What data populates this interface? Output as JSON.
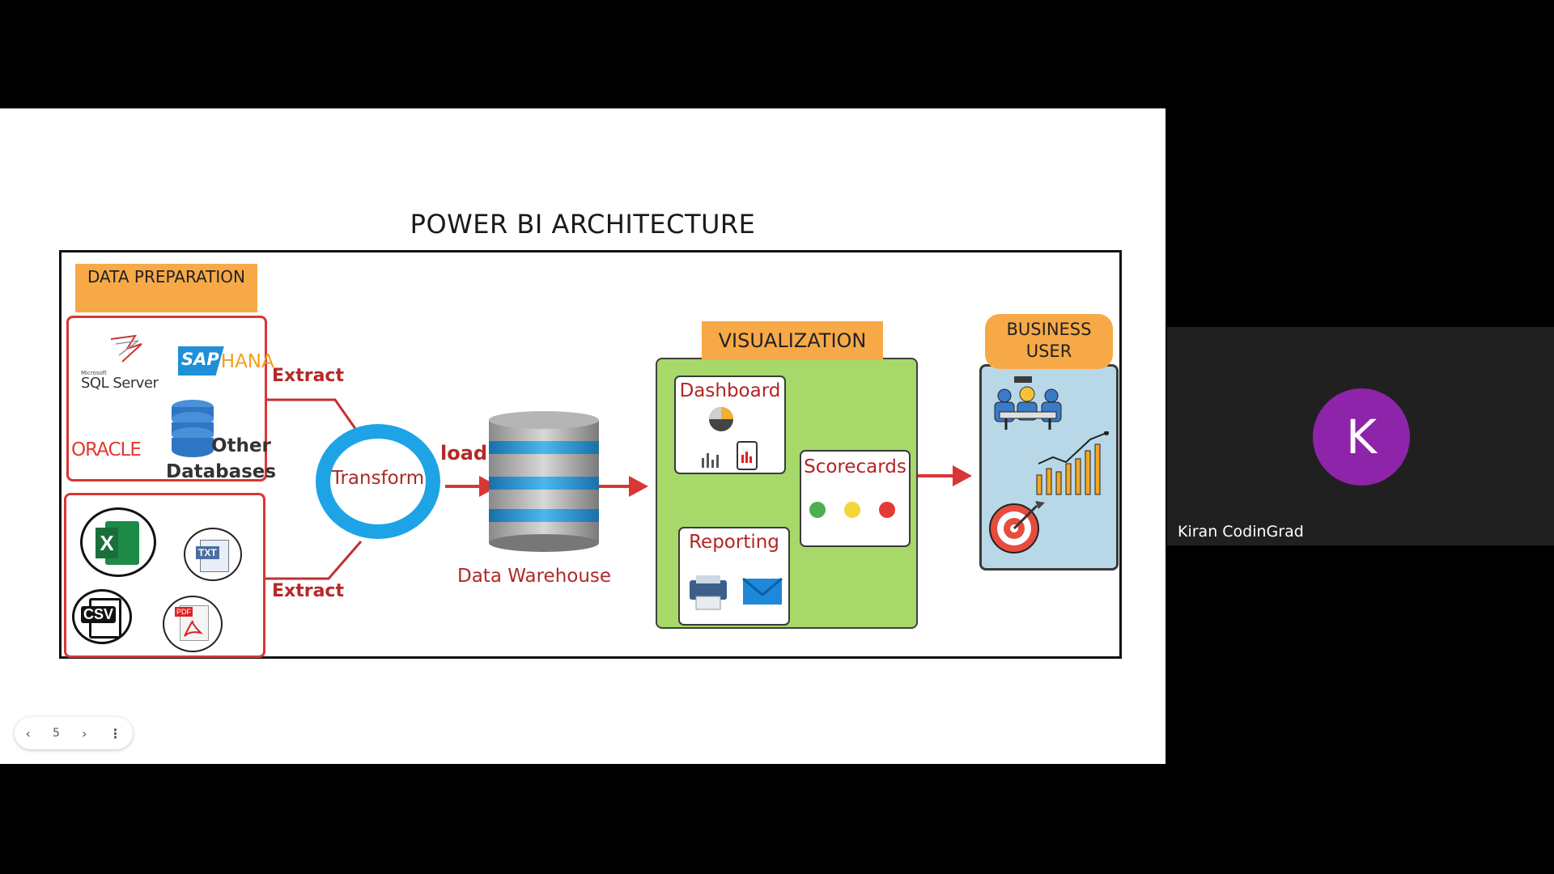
{
  "slide": {
    "title": "POWER BI ARCHITECTURE",
    "page_number": "5",
    "nav": {
      "prev_icon": "chevron-left",
      "next_icon": "chevron-right",
      "more_icon": "more-vertical"
    }
  },
  "diagram": {
    "data_preparation": "DATA PREPARATION",
    "sources": {
      "sql_server": "SQL Server",
      "sql_server_small": "Microsoft",
      "sap": "SAP",
      "hana": "HANA",
      "oracle": "ORACLE",
      "other_databases_1": "Other",
      "other_databases_2": "Databases",
      "excel": "X",
      "txt": "TXT",
      "csv": "CSV",
      "pdf": "PDF"
    },
    "extract_top": "Extract",
    "extract_bottom": "Extract",
    "transform": "Transform",
    "load": "load",
    "data_warehouse": "Data Warehouse",
    "visualization": "VISUALIZATION",
    "dashboard": "Dashboard",
    "scorecards": "Scorecards",
    "reporting": "Reporting",
    "business_user": "BUSINESS USER",
    "colors": {
      "accent_red": "#d93636",
      "orange": "#f7a948",
      "green_panel": "#a6d96a",
      "blue_ring": "#1ea3e6",
      "light_blue": "#b8d8e8"
    }
  },
  "participant": {
    "initial": "K",
    "name": "Kiran CodinGrad",
    "avatar_color": "#8e24aa"
  }
}
